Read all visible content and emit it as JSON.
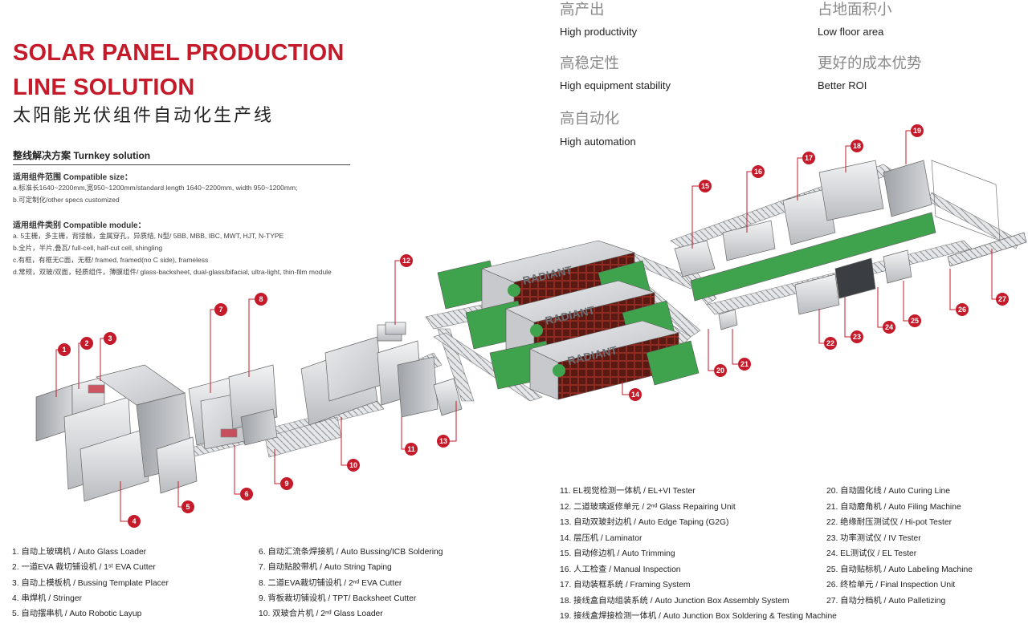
{
  "header": {
    "title_line1": "SOLAR PANEL PRODUCTION",
    "title_line2": "LINE SOLUTION",
    "title_zh": "太阳能光伏组件自动化生产线",
    "section": "整线解决方案 Turnkey solution"
  },
  "specs": {
    "size_head": "适用组件范围  Compatible size：",
    "size_a": "a.标准长1640~2200mm,宽950~1200mm/standard length 1640~2200mm, width 950~1200mm;",
    "size_b": "b.可定制化/other specs customized",
    "module_head": "适用组件类别  Compatible module：",
    "module_a": "a. 5主栅，多主栅，背接触，金属穿孔，异质结, N型/ 5BB, MBB, IBC, MWT, HJT, N-TYPE",
    "module_b": "b.全片，半片,叠瓦/ full-cell, half-cut cell, shingling",
    "module_c": "c.有框，有框无C面，无框/ framed, framed(no C side), frameless",
    "module_d": "d.常规，双玻/双面，轻质组件，薄膜组件/ glass-backsheet, dual-glass/bifacial, ultra-light, thin-film module"
  },
  "features": [
    {
      "zh": "高产出",
      "en": "High productivity"
    },
    {
      "zh": "占地面积小",
      "en": "Low floor area"
    },
    {
      "zh": "高稳定性",
      "en": "High equipment stability"
    },
    {
      "zh": "更好的成本优势",
      "en": "Better ROI"
    },
    {
      "zh": "高自动化",
      "en": "High automation"
    }
  ],
  "brand": {
    "name": "RADIANT"
  },
  "colors": {
    "accent": "#c41a2a",
    "conveyor_green": "#3fa34d",
    "laminator_red": "#8e2a20"
  },
  "legend": {
    "col1": [
      "1. 自动上玻璃机 / Auto Glass Loader",
      "2. 一道EVA 裁切铺设机 / 1ˢᵗ EVA Cutter",
      "3. 自动上模板机 / Bussing Template Placer",
      "4. 串焊机 / Stringer",
      "5. 自动摆串机 / Auto Robotic Layup"
    ],
    "col2": [
      "6. 自动汇流条焊接机 / Auto Bussing/ICB Soldering",
      "7. 自动贴胶带机 / Auto String Taping",
      "8. 二道EVA裁切铺设机 / 2ⁿᵈ EVA Cutter",
      "9. 背板裁切铺设机 / TPT/ Backsheet Cutter",
      "10. 双玻合片机 / 2ⁿᵈ Glass Loader"
    ],
    "col3": [
      "11. EL视觉检测一体机 / EL+VI Tester",
      "12. 二道玻璃返修单元 / 2ⁿᵈ Glass Repairing Unit",
      "13. 自动双玻封边机 / Auto Edge Taping (G2G)",
      "14. 层压机 / Laminator",
      "15. 自动修边机 / Auto Trimming",
      "16. 人工检查 / Manual Inspection",
      "17. 自动装框系统 / Framing System",
      "18. 接线盒自动组装系统 / Auto Junction Box Assembly System",
      "19. 接线盒焊接检测一体机 / Auto Junction Box Soldering & Testing Machine"
    ],
    "col4": [
      "20. 自动固化线 / Auto Curing Line",
      "21. 自动磨角机 / Auto Filing Machine",
      "22. 绝缘耐压测试仪 / Hi-pot Tester",
      "23. 功率测试仪 / IV Tester",
      "24. EL测试仪 / EL Tester",
      "25. 自动贴标机 / Auto Labeling Machine",
      "26. 终检单元 / Final Inspection Unit",
      "27. 自动分档机 / Auto Palletizing"
    ]
  },
  "callouts": [
    "1",
    "2",
    "3",
    "4",
    "5",
    "6",
    "7",
    "8",
    "9",
    "10",
    "11",
    "12",
    "13",
    "14",
    "15",
    "16",
    "17",
    "18",
    "19",
    "20",
    "21",
    "22",
    "23",
    "24",
    "25",
    "26",
    "27"
  ]
}
